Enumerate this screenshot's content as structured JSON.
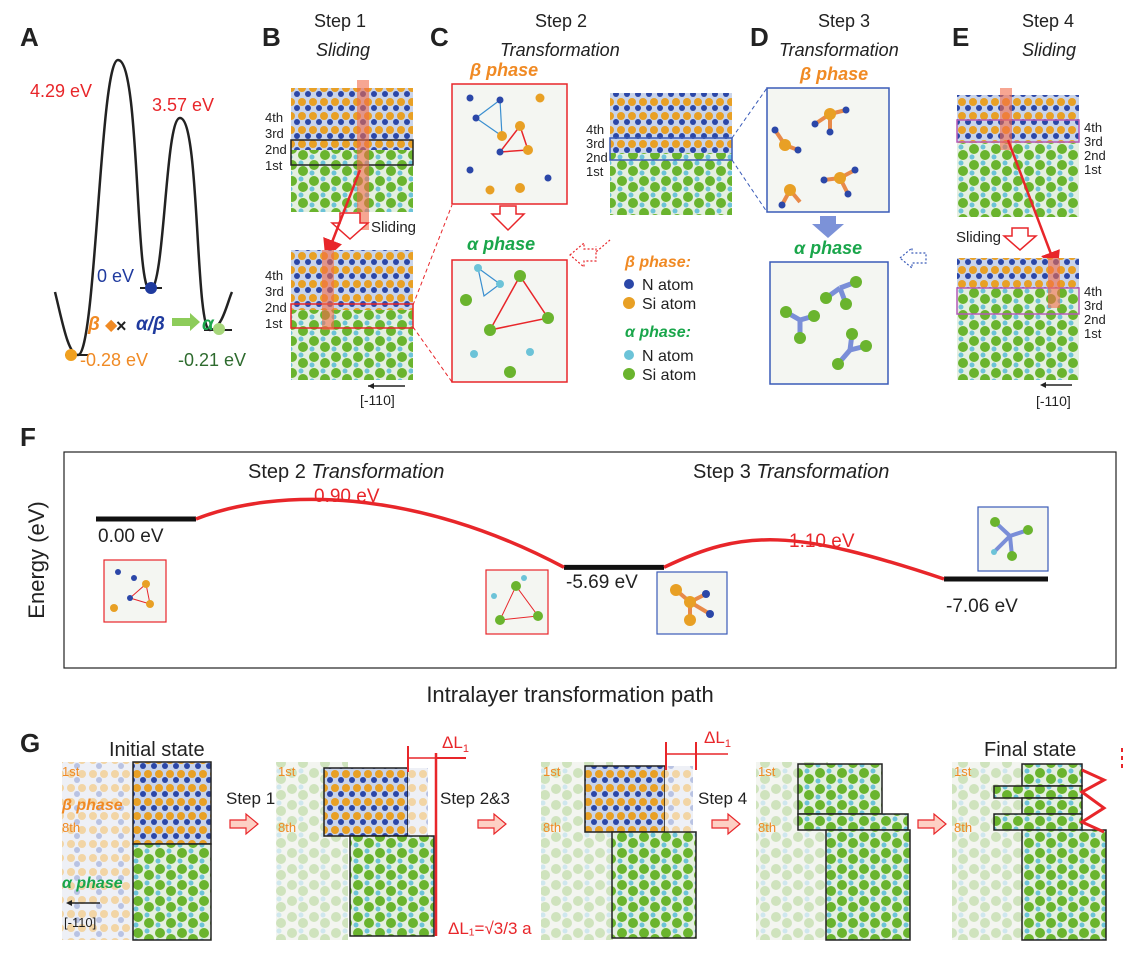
{
  "panels": {
    "A": {
      "label": "A",
      "barrier1": "4.29 eV",
      "barrier2": "3.57 eV",
      "mid": "0 eV",
      "left_min": "-0.28 eV",
      "right_min": "-0.21 eV",
      "beta": "β",
      "alphabeta": "α/β",
      "alpha": "α",
      "colors": {
        "orange": "#f08a24",
        "blue": "#1f3a9e",
        "green": "#1aa64b",
        "darkgreen": "#2e6b2e",
        "red": "#e8262a"
      }
    },
    "B": {
      "label": "B",
      "step": "Step 1",
      "name": "Sliding",
      "sliding_text": "Sliding",
      "dir": "[-110]",
      "layers": [
        "4th",
        "3rd",
        "2nd",
        "1st"
      ]
    },
    "C": {
      "label": "C",
      "step": "Step 2",
      "name": "Transformation",
      "beta_phase": "β phase",
      "alpha_phase": "α phase"
    },
    "D": {
      "label": "D",
      "step": "Step 3",
      "name": "Transformation",
      "beta_phase": "β phase",
      "alpha_phase": "α phase"
    },
    "E": {
      "label": "E",
      "step": "Step 4",
      "name": "Sliding",
      "sliding_text": "Sliding",
      "dir": "[-110]"
    },
    "legend": {
      "beta_title": "β phase:",
      "beta_items": [
        "N atom",
        "Si atom"
      ],
      "alpha_title": "α phase:",
      "alpha_items": [
        "N atom",
        "Si atom"
      ]
    },
    "F": {
      "label": "F",
      "ylabel": "Energy (eV)",
      "xlabel": "Intralayer transformation path",
      "step2": "Step 2",
      "step2_name": "Transformation",
      "step3": "Step 3",
      "step3_name": "Transformation",
      "levels": [
        "0.00 eV",
        "-5.69 eV",
        "-7.06 eV"
      ],
      "barriers": [
        "0.90 eV",
        "1.10 eV"
      ]
    },
    "G": {
      "label": "G",
      "initial": "Initial state",
      "final": "Final state",
      "steps": [
        "Step 1",
        "Step 2&3",
        "Step 4"
      ],
      "beta_phase": "β phase",
      "alpha_phase": "α phase",
      "first": "1st",
      "eighth": "8th",
      "dir": "[-110]",
      "dl": "ΔL",
      "dl_sub": "1",
      "dl_formula": "ΔL₁=√3/3 a"
    }
  },
  "chart_data": {
    "type": "line",
    "title": "",
    "xlabel": "Intralayer transformation path",
    "ylabel": "Energy (eV)",
    "series": [
      {
        "name": "",
        "values": [
          0.0,
          0.9,
          -5.69,
          1.1,
          -7.06
        ]
      }
    ]
  }
}
